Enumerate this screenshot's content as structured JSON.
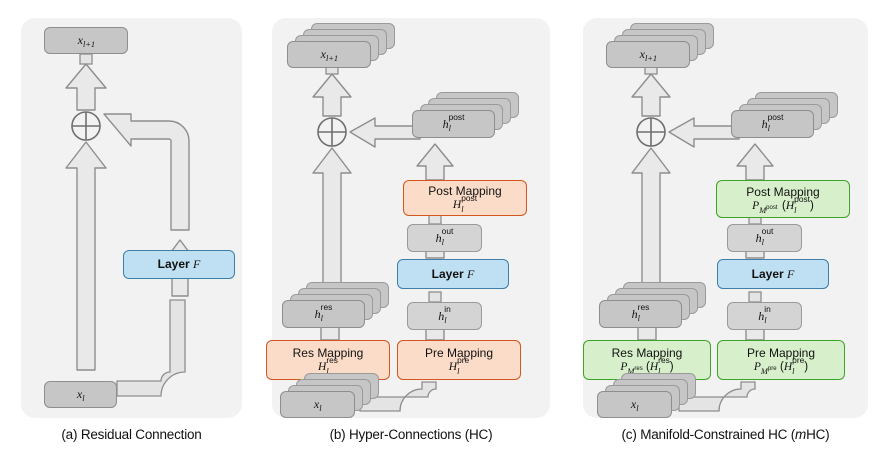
{
  "figure": {
    "type": "diagram",
    "title": "Residual / Hyper-Connections / Manifold-Constrained HC architectures",
    "panel_count": 3
  },
  "colors": {
    "panel_bg": "#f2f2f2",
    "node_grey": "#c6c6c6",
    "node_grey_border": "#8e8e8e",
    "layer_blue": "#bfe0f2",
    "layer_blue_border": "#3d7fa6",
    "mapping_orange": "#fbdcc8",
    "mapping_orange_border": "#d2581f",
    "mapping_green": "#d7f0cb",
    "mapping_green_border": "#3fa32a",
    "arrow_fill": "#e9e9e9",
    "arrow_border": "#8e8e8e"
  },
  "captions": {
    "a": "(a) Residual Connection",
    "b": "(b) Hyper-Connections (HC)",
    "c": "(c) Manifold-Constrained HC (mHC)",
    "c_prefix": "(c) Manifold-Constrained HC (",
    "c_italic": "m",
    "c_suffix": "HC)"
  },
  "panel_a": {
    "name": "Residual Connection",
    "nodes": {
      "output": {
        "label": "x",
        "sub": "l+1",
        "style": "grey",
        "stacked": false
      },
      "input": {
        "label": "x",
        "sub": "l",
        "style": "grey",
        "stacked": false
      },
      "layer": {
        "label": "Layer",
        "math": "F",
        "style": "blue"
      }
    },
    "operator": "oplus"
  },
  "panel_b": {
    "name": "Hyper-Connections (HC)",
    "nodes": {
      "output": {
        "label": "x",
        "sub": "l+1",
        "style": "grey",
        "stacked": true
      },
      "input": {
        "label": "x",
        "sub": "l",
        "style": "grey",
        "stacked": true
      },
      "h_res": {
        "label": "h",
        "sub": "l",
        "sup": "res",
        "style": "grey",
        "stacked": true
      },
      "h_post": {
        "label": "h",
        "sub": "l",
        "sup": "post",
        "style": "grey",
        "stacked": true
      },
      "h_in": {
        "label": "h",
        "sub": "l",
        "sup": "in",
        "style": "grey",
        "stacked": false
      },
      "h_out": {
        "label": "h",
        "sub": "l",
        "sup": "out",
        "style": "grey",
        "stacked": false
      },
      "layer": {
        "label": "Layer",
        "math": "F",
        "style": "blue"
      }
    },
    "mappings": {
      "res": {
        "title": "Res Mapping",
        "formula_base": "H",
        "formula_sub": "l",
        "formula_sup": "res",
        "style": "orange"
      },
      "pre": {
        "title": "Pre Mapping",
        "formula_base": "H",
        "formula_sub": "l",
        "formula_sup": "pre",
        "style": "orange"
      },
      "post": {
        "title": "Post Mapping",
        "formula_base": "H",
        "formula_sub": "l",
        "formula_sup": "post",
        "style": "orange"
      }
    },
    "operator": "oplus"
  },
  "panel_c": {
    "name": "Manifold-Constrained HC (mHC)",
    "nodes": {
      "output": {
        "label": "x",
        "sub": "l+1",
        "style": "grey",
        "stacked": true
      },
      "input": {
        "label": "x",
        "sub": "l",
        "style": "grey",
        "stacked": true
      },
      "h_res": {
        "label": "h",
        "sub": "l",
        "sup": "res",
        "style": "grey",
        "stacked": true
      },
      "h_post": {
        "label": "h",
        "sub": "l",
        "sup": "post",
        "style": "grey",
        "stacked": true
      },
      "h_in": {
        "label": "h",
        "sub": "l",
        "sup": "in",
        "style": "grey",
        "stacked": false
      },
      "h_out": {
        "label": "h",
        "sub": "l",
        "sup": "out",
        "style": "grey",
        "stacked": false
      },
      "layer": {
        "label": "Layer",
        "math": "F",
        "style": "blue"
      }
    },
    "mappings": {
      "res": {
        "title": "Res Mapping",
        "proj": "P",
        "proj_sub_base": "M",
        "proj_sub_sup": "res",
        "formula_base": "H",
        "formula_sub": "l",
        "formula_sup": "res",
        "style": "green"
      },
      "pre": {
        "title": "Pre Mapping",
        "proj": "P",
        "proj_sub_base": "M",
        "proj_sub_sup": "pre",
        "formula_base": "H",
        "formula_sub": "l",
        "formula_sup": "pre",
        "style": "green"
      },
      "post": {
        "title": "Post Mapping",
        "proj": "P",
        "proj_sub_base": "M",
        "proj_sub_sup": "post",
        "formula_base": "H",
        "formula_sub": "l",
        "formula_sup": "post",
        "style": "green"
      }
    },
    "operator": "oplus"
  }
}
